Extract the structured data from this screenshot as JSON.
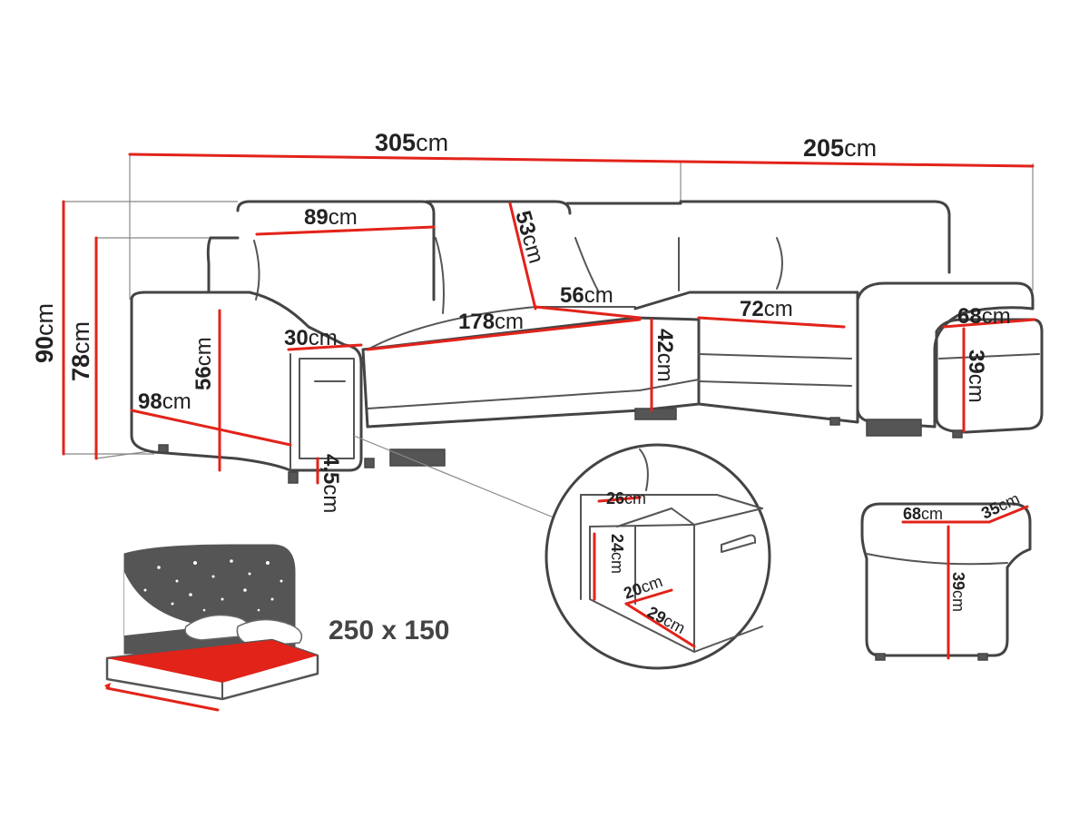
{
  "unit": "cm",
  "dimensions": {
    "total_width": "305",
    "side_width": "205",
    "total_height": "90",
    "back_height": "78",
    "seat_top_width": "89",
    "back_cushion": "53",
    "corner_depth": "56",
    "chaise_seat_width": "72",
    "pouf_end_width": "68",
    "pouf_end_height": "39",
    "arm_height": "56",
    "arm_width": "30",
    "seat_width": "178",
    "seat_height": "42",
    "arm_depth": "98",
    "leg_height": "4,5"
  },
  "storage_detail": {
    "depth": "26",
    "height": "24",
    "inner_width": "20",
    "drawer_length": "29"
  },
  "pouf": {
    "width": "68",
    "depth": "35",
    "height": "39"
  },
  "bed": {
    "size": "250 x 150"
  },
  "colors": {
    "dimension_line": "#e2231a",
    "outline": "#444444",
    "mattress": "#e2231a"
  }
}
